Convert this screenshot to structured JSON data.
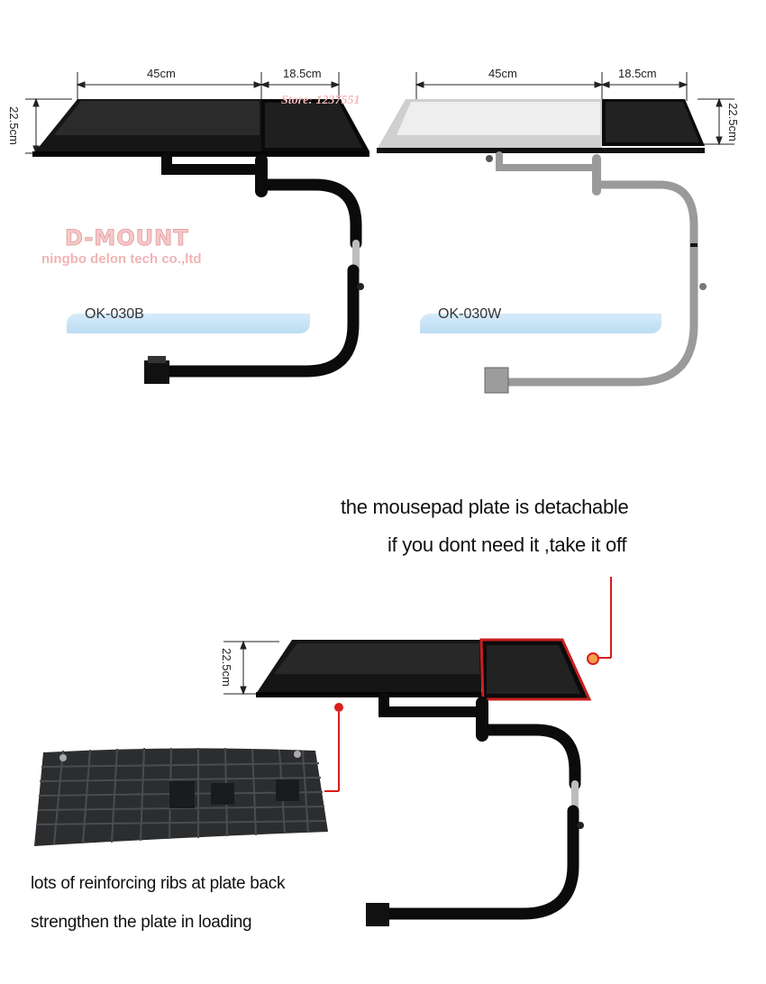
{
  "dimensions": {
    "left_width": "45cm",
    "left_pad_width": "18.5cm",
    "left_height": "22.5cm",
    "right_width": "45cm",
    "right_pad_width": "18.5cm",
    "right_height": "22.5cm",
    "bottom_height": "22.5cm"
  },
  "watermark": {
    "store": "Store: 1237551",
    "brand": "D-MOUNT",
    "company": "ningbo delon tech co.,ltd"
  },
  "models": {
    "black": "OK-030B",
    "white": "OK-030W"
  },
  "captions": {
    "detach_line1": "the mousepad plate is detachable",
    "detach_line2": "if you dont need it ,take it off",
    "ribs_line1": "lots of reinforcing ribs at plate back",
    "ribs_line2": "strengthen the plate in loading"
  },
  "colors": {
    "callout_red": "#d81e1e",
    "frame_black": "#111111",
    "frame_silver": "#a9a9a9",
    "label_blue": "#c7e2f5"
  }
}
